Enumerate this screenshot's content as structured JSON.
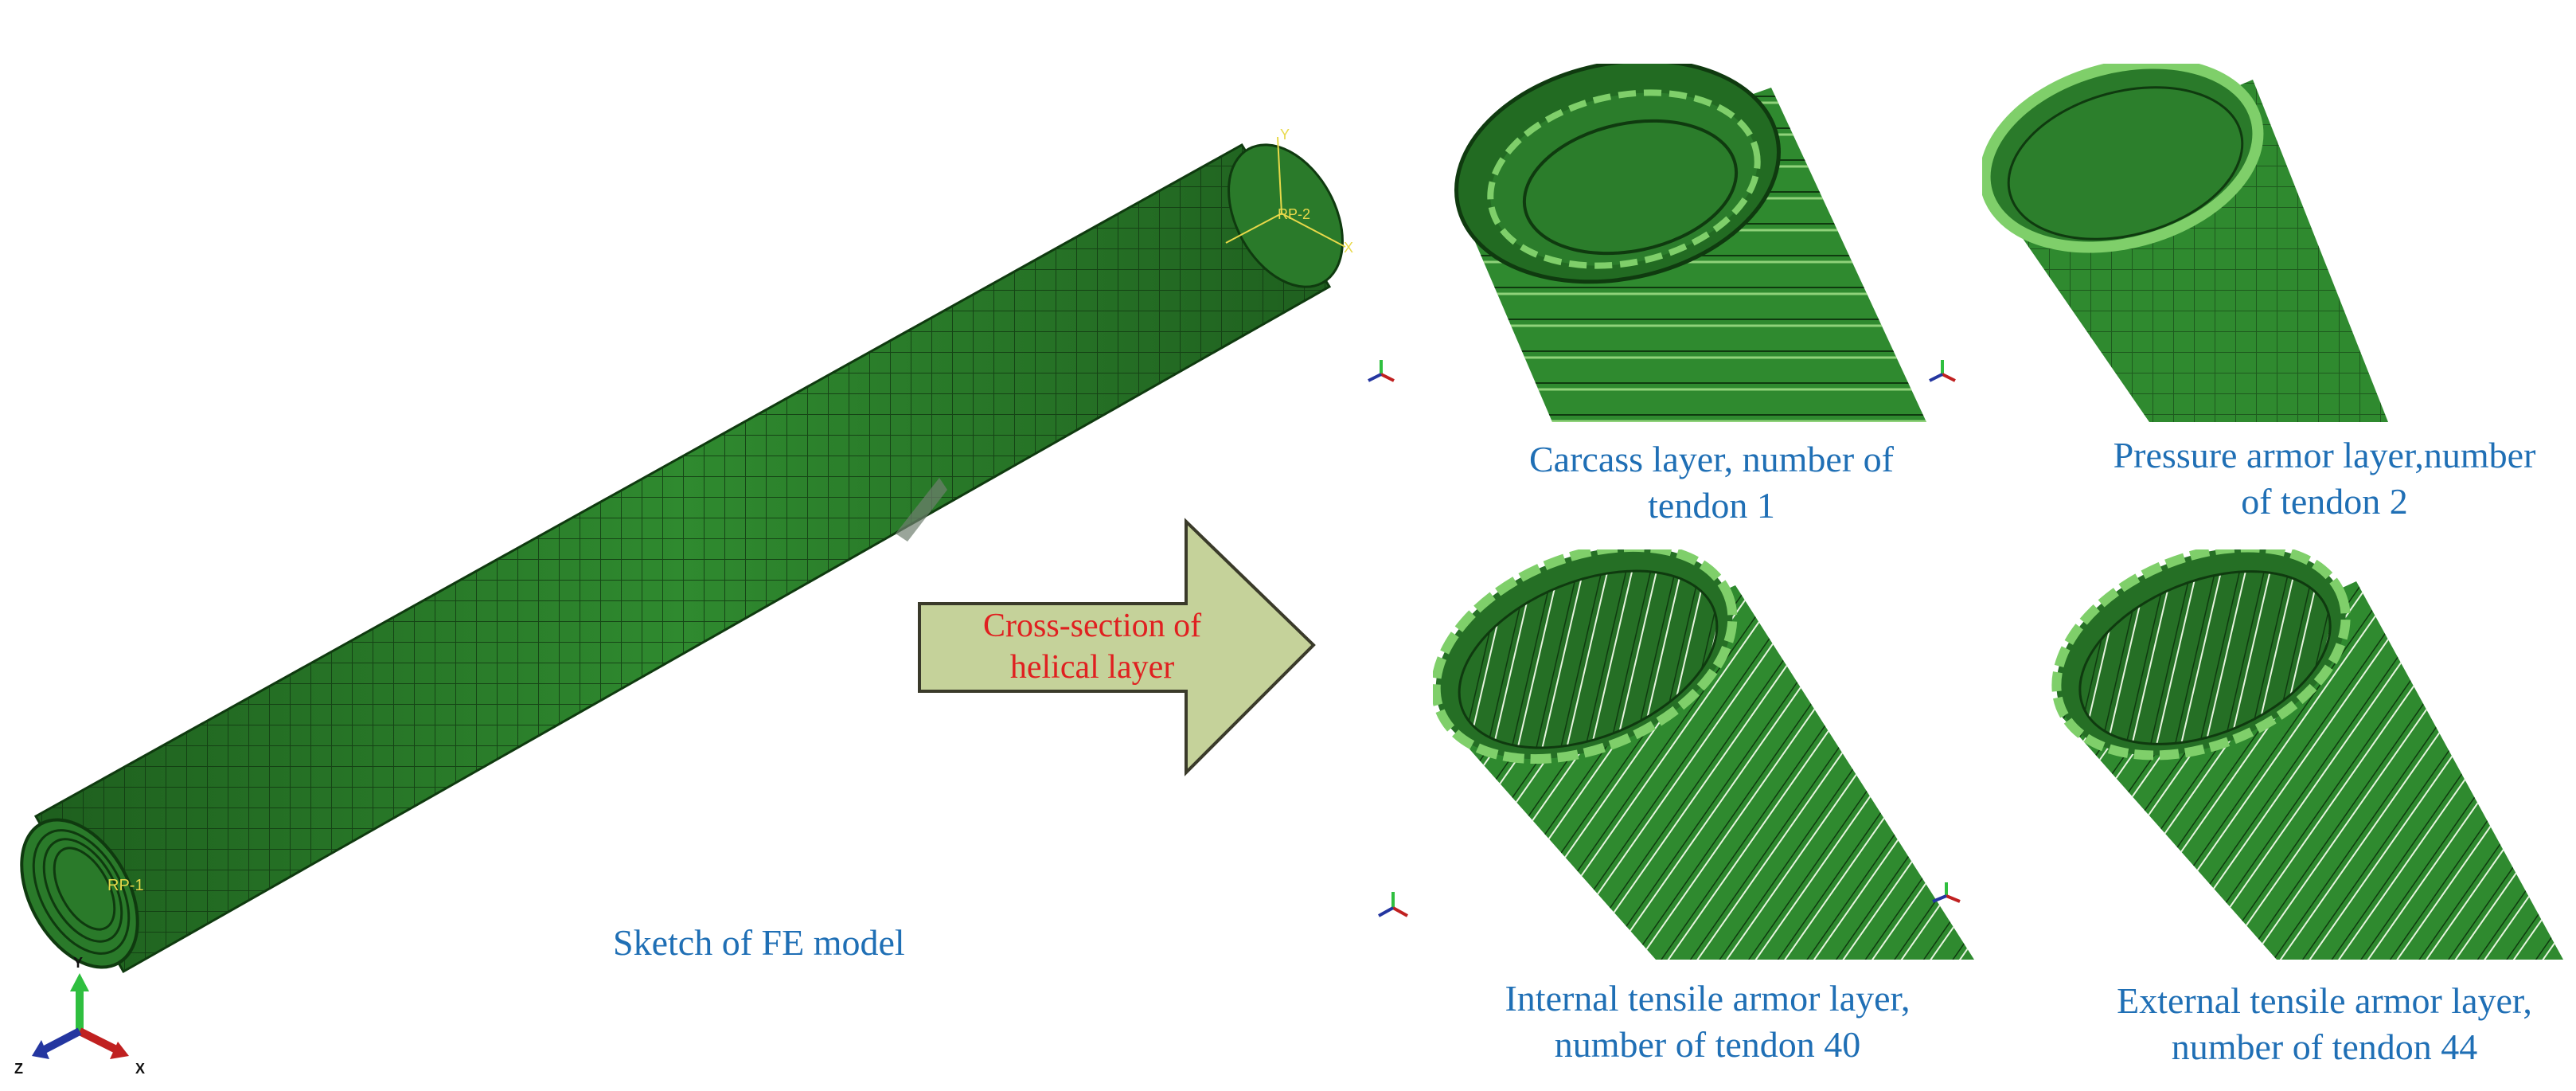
{
  "main_model": {
    "caption": "Sketch of FE model",
    "rp1_label": "RP-1",
    "rp2_label": "RP-2",
    "csys_y": "Y",
    "csys_x": "X",
    "triad": {
      "y": "Y",
      "x": "X",
      "z": "Z"
    }
  },
  "arrow": {
    "line1": "Cross-section of",
    "line2": "helical layer"
  },
  "panels": [
    {
      "line1": "Carcass layer, number of",
      "line2": "tendon 1"
    },
    {
      "line1": "Pressure armor layer,number",
      "line2": "of tendon 2"
    },
    {
      "line1": "Internal tensile armor layer,",
      "line2": "number of tendon 40"
    },
    {
      "line1": "External tensile armor layer,",
      "line2": "number of tendon 44"
    }
  ],
  "colors": {
    "mesh_green": "#2f8a2f",
    "mesh_dark": "#1b4d1b",
    "mesh_light": "#7fcf6a",
    "arrow_fill": "#c5d29a",
    "caption_blue": "#1f6fb5",
    "arrow_text_red": "#e02020"
  }
}
